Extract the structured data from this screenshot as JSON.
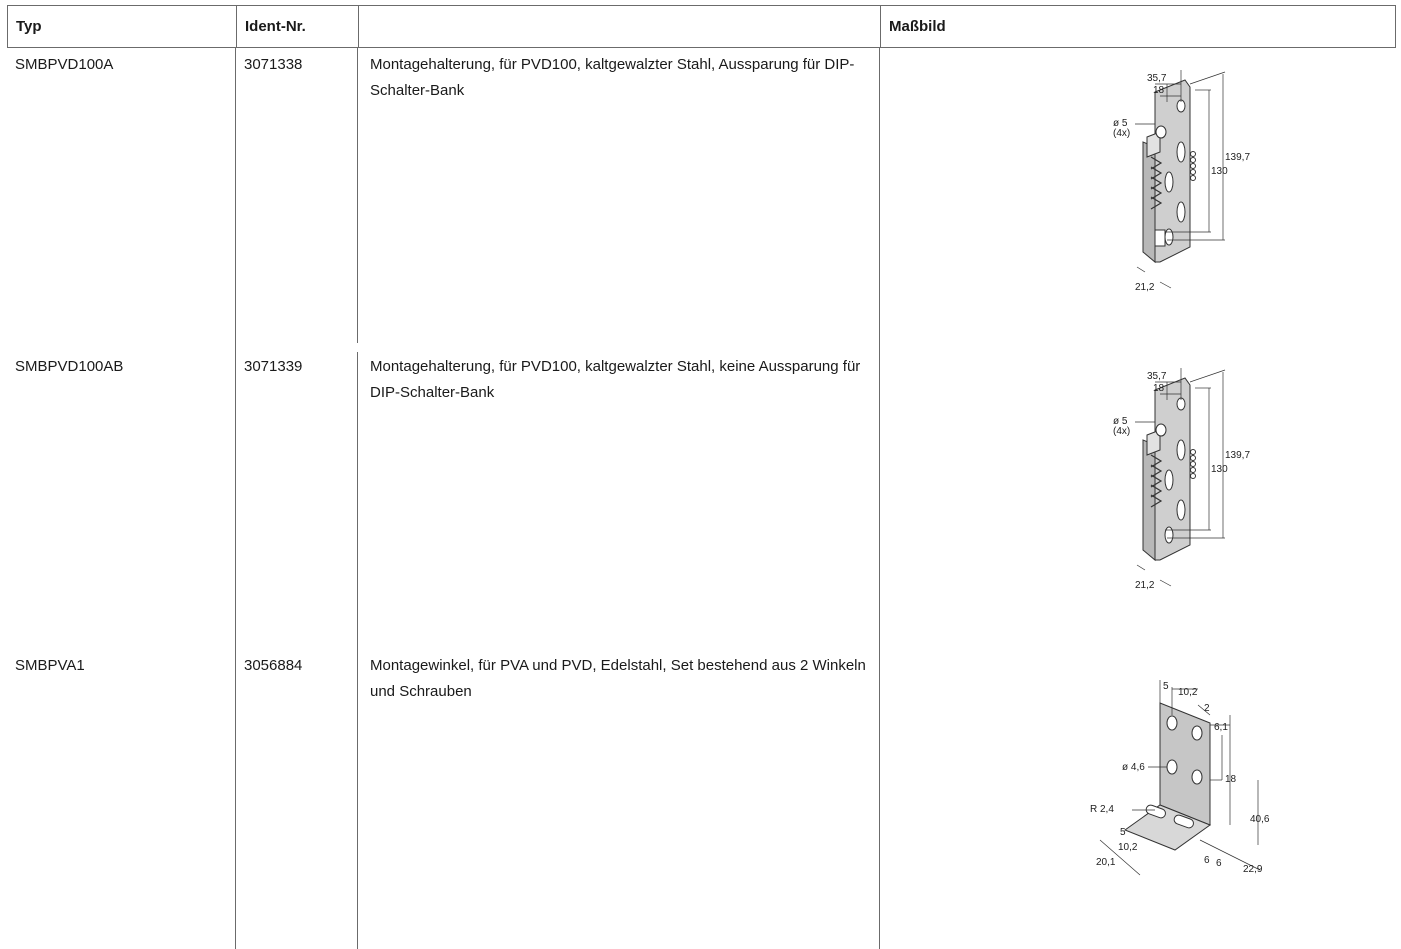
{
  "table": {
    "headers": {
      "typ": "Typ",
      "ident": "Ident-Nr.",
      "desc": "",
      "massbild": "Maßbild"
    },
    "rows": [
      {
        "typ": "SMBPVD100A",
        "ident": "3071338",
        "desc": "Montagehalterung, für PVD100, kaltgewalzter Stahl, Aussparung für DIP-Schalter-Bank",
        "dims": {
          "w1": "35,7",
          "w2": "18",
          "hole": "ø 5",
          "count": "(4x)",
          "h1": "139,7",
          "h2": "130",
          "depth": "21,2"
        }
      },
      {
        "typ": "SMBPVD100AB",
        "ident": "3071339",
        "desc": "Montagehalterung, für PVD100, kaltgewalzter Stahl, keine Aussparung für DIP-Schalter-Bank",
        "dims": {
          "w1": "35,7",
          "w2": "18",
          "hole": "ø 5",
          "count": "(4x)",
          "h1": "139,7",
          "h2": "130",
          "depth": "21,2"
        }
      },
      {
        "typ": "SMBPVA1",
        "ident": "3056884",
        "desc": "Montagewinkel, für PVA und PVD, Edelstahl, Set bestehend aus 2 Winkeln und Schrauben",
        "dims": {
          "a": "5",
          "b": "10,2",
          "c": "2",
          "d": "6,1",
          "e": "ø 4,6",
          "f": "18",
          "g": "40,6",
          "h": "R 2,4",
          "i": "5",
          "j": "10,2",
          "k": "20,1",
          "l": "6",
          "m": "6",
          "n": "22,9"
        }
      }
    ]
  }
}
